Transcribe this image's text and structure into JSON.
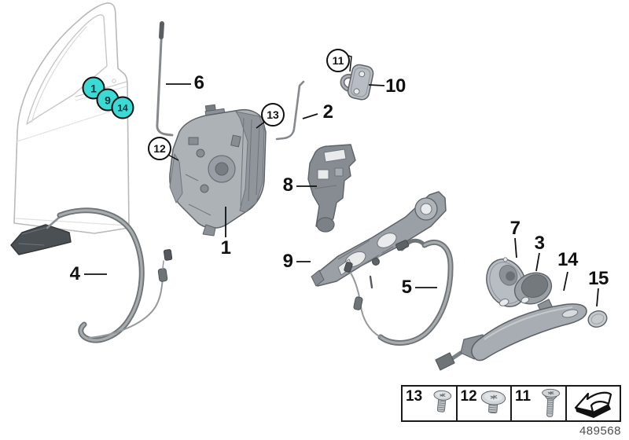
{
  "figure": {
    "part_number": "489568",
    "highlight_color": "#3BDBD5"
  },
  "callouts": {
    "plain": {
      "1": "1",
      "2": "2",
      "3": "3",
      "4": "4",
      "5": "5",
      "6": "6",
      "7": "7",
      "8": "8",
      "9": "9",
      "10": "10",
      "14": "14",
      "15": "15"
    },
    "circled": {
      "11": "11",
      "12": "12",
      "13": "13"
    },
    "door": {
      "1": "1",
      "9": "9",
      "14": "14"
    }
  },
  "legend": {
    "items": [
      {
        "label": "13",
        "icon": "pan-head-torx-screw-icon"
      },
      {
        "label": "12",
        "icon": "dome-head-torx-screw-icon"
      },
      {
        "label": "11",
        "icon": "countersunk-torx-screw-icon"
      },
      {
        "label": "",
        "icon": "direction-arrow-icon"
      }
    ]
  }
}
